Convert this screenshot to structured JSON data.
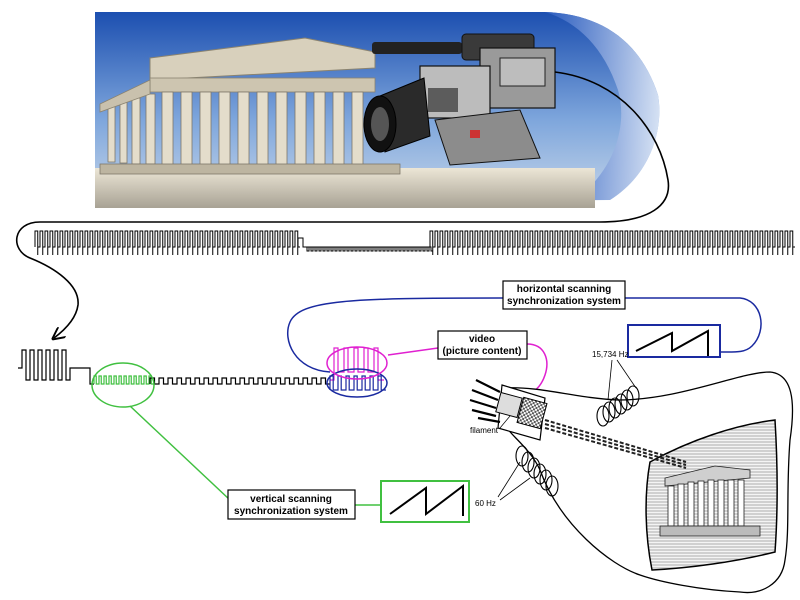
{
  "labels": {
    "horizontal_sync": [
      "horizontal scanning",
      "synchronization system"
    ],
    "video": [
      "video",
      "(picture content)"
    ],
    "vertical_sync": [
      "vertical scanning",
      "synchronization system"
    ],
    "horizontal_freq": "15,734 Hz",
    "vertical_freq": "60 Hz",
    "filament": "filament"
  },
  "colors": {
    "horizontal": "#1a2aa0",
    "video": "#e020d0",
    "vertical": "#40c040",
    "signal": "#000000"
  },
  "icons": {
    "camera": "video-camera-icon",
    "tube": "crt-tube-icon"
  }
}
